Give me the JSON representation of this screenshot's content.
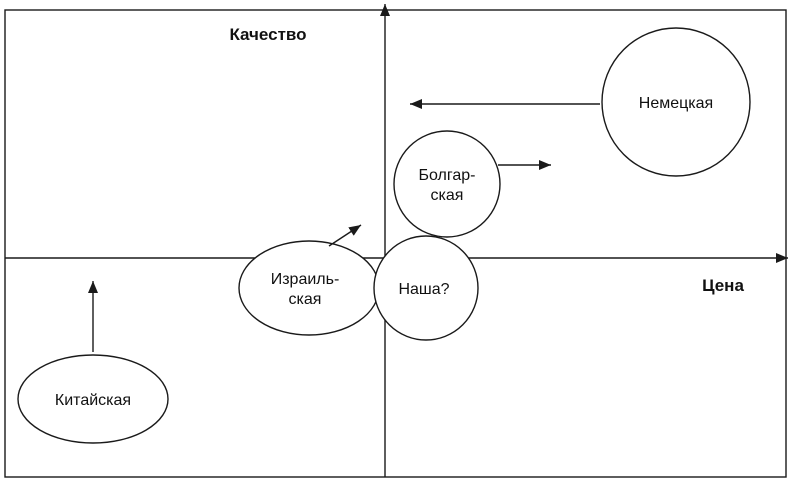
{
  "diagram": {
    "axes": {
      "y_label": "Качество",
      "x_label": "Цена"
    },
    "bubbles": {
      "german": {
        "label": "Немецкая"
      },
      "bulgarian": {
        "line1": "Болгар-",
        "line2": "ская"
      },
      "israeli": {
        "line1": "Израиль-",
        "line2": "ская"
      },
      "ours": {
        "label": "Наша?"
      },
      "chinese": {
        "label": "Китайская"
      }
    },
    "colors": {
      "stroke": "#1a1a1a",
      "background": "#ffffff"
    }
  }
}
